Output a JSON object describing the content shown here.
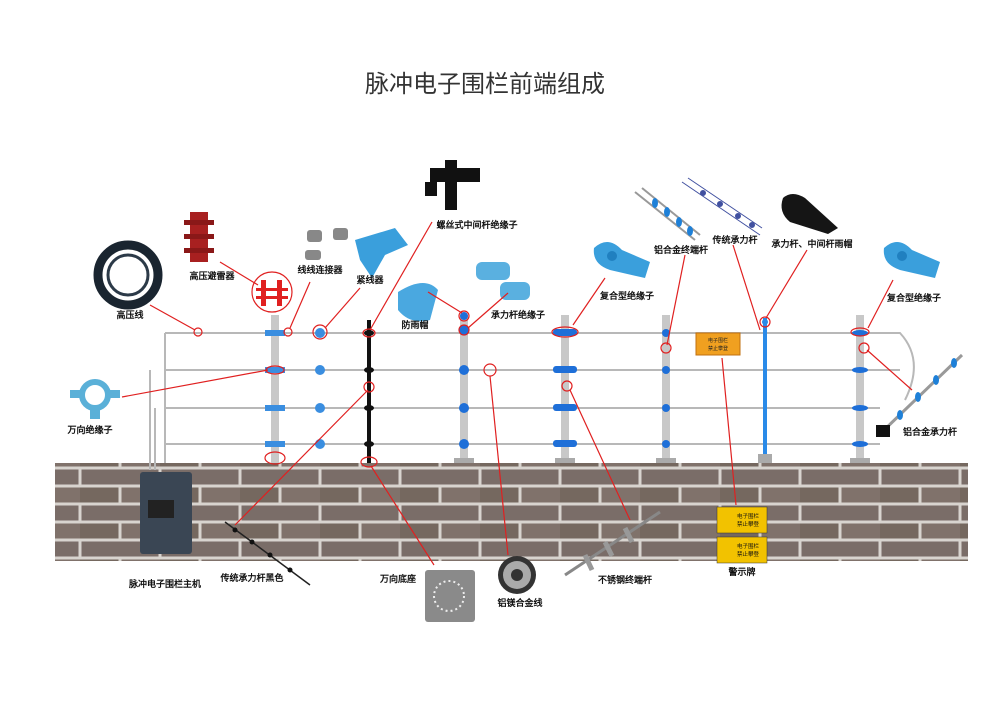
{
  "title": "脉冲电子围栏前端组成",
  "colors": {
    "insulator_blue": "#3aa0dc",
    "callout_red": "#e02020",
    "brick": "#7a6d68",
    "mortar": "#d8d4cf",
    "sign_yellow": "#f2c200",
    "sign_orange": "#f0a020"
  },
  "labels": {
    "high_voltage_wire": "高压线",
    "lightning_arrester": "高压避雷器",
    "wire_connector": "线线连接器",
    "tensioner": "紧线器",
    "screw_insulator": "螺丝式中间杆绝缘子",
    "rain_cap": "防雨帽",
    "strain_post_insulator": "承力杆绝缘子",
    "composite_insulator_1": "复合型绝缘子",
    "aluminum_end_post": "铝合金终端杆",
    "traditional_strain_post": "传统承力杆",
    "post_rain_cap": "承力杆、中间杆雨帽",
    "composite_insulator_2": "复合型绝缘子",
    "universal_insulator": "万向绝缘子",
    "aluminum_strain_post": "铝合金承力杆",
    "host": "脉冲电子围栏主机",
    "traditional_post_black": "传统承力杆黑色",
    "universal_base": "万向底座",
    "alloy_wire": "铝镁合金线",
    "stainless_end_post": "不锈钢终端杆",
    "warning_sign": "警示牌"
  },
  "signs": {
    "fence_sign": [
      "电子围栏",
      "禁止攀登"
    ],
    "warning_1": [
      "电子围栏",
      "禁止攀登"
    ],
    "warning_2": [
      "电子围栏",
      "禁止攀登"
    ]
  }
}
